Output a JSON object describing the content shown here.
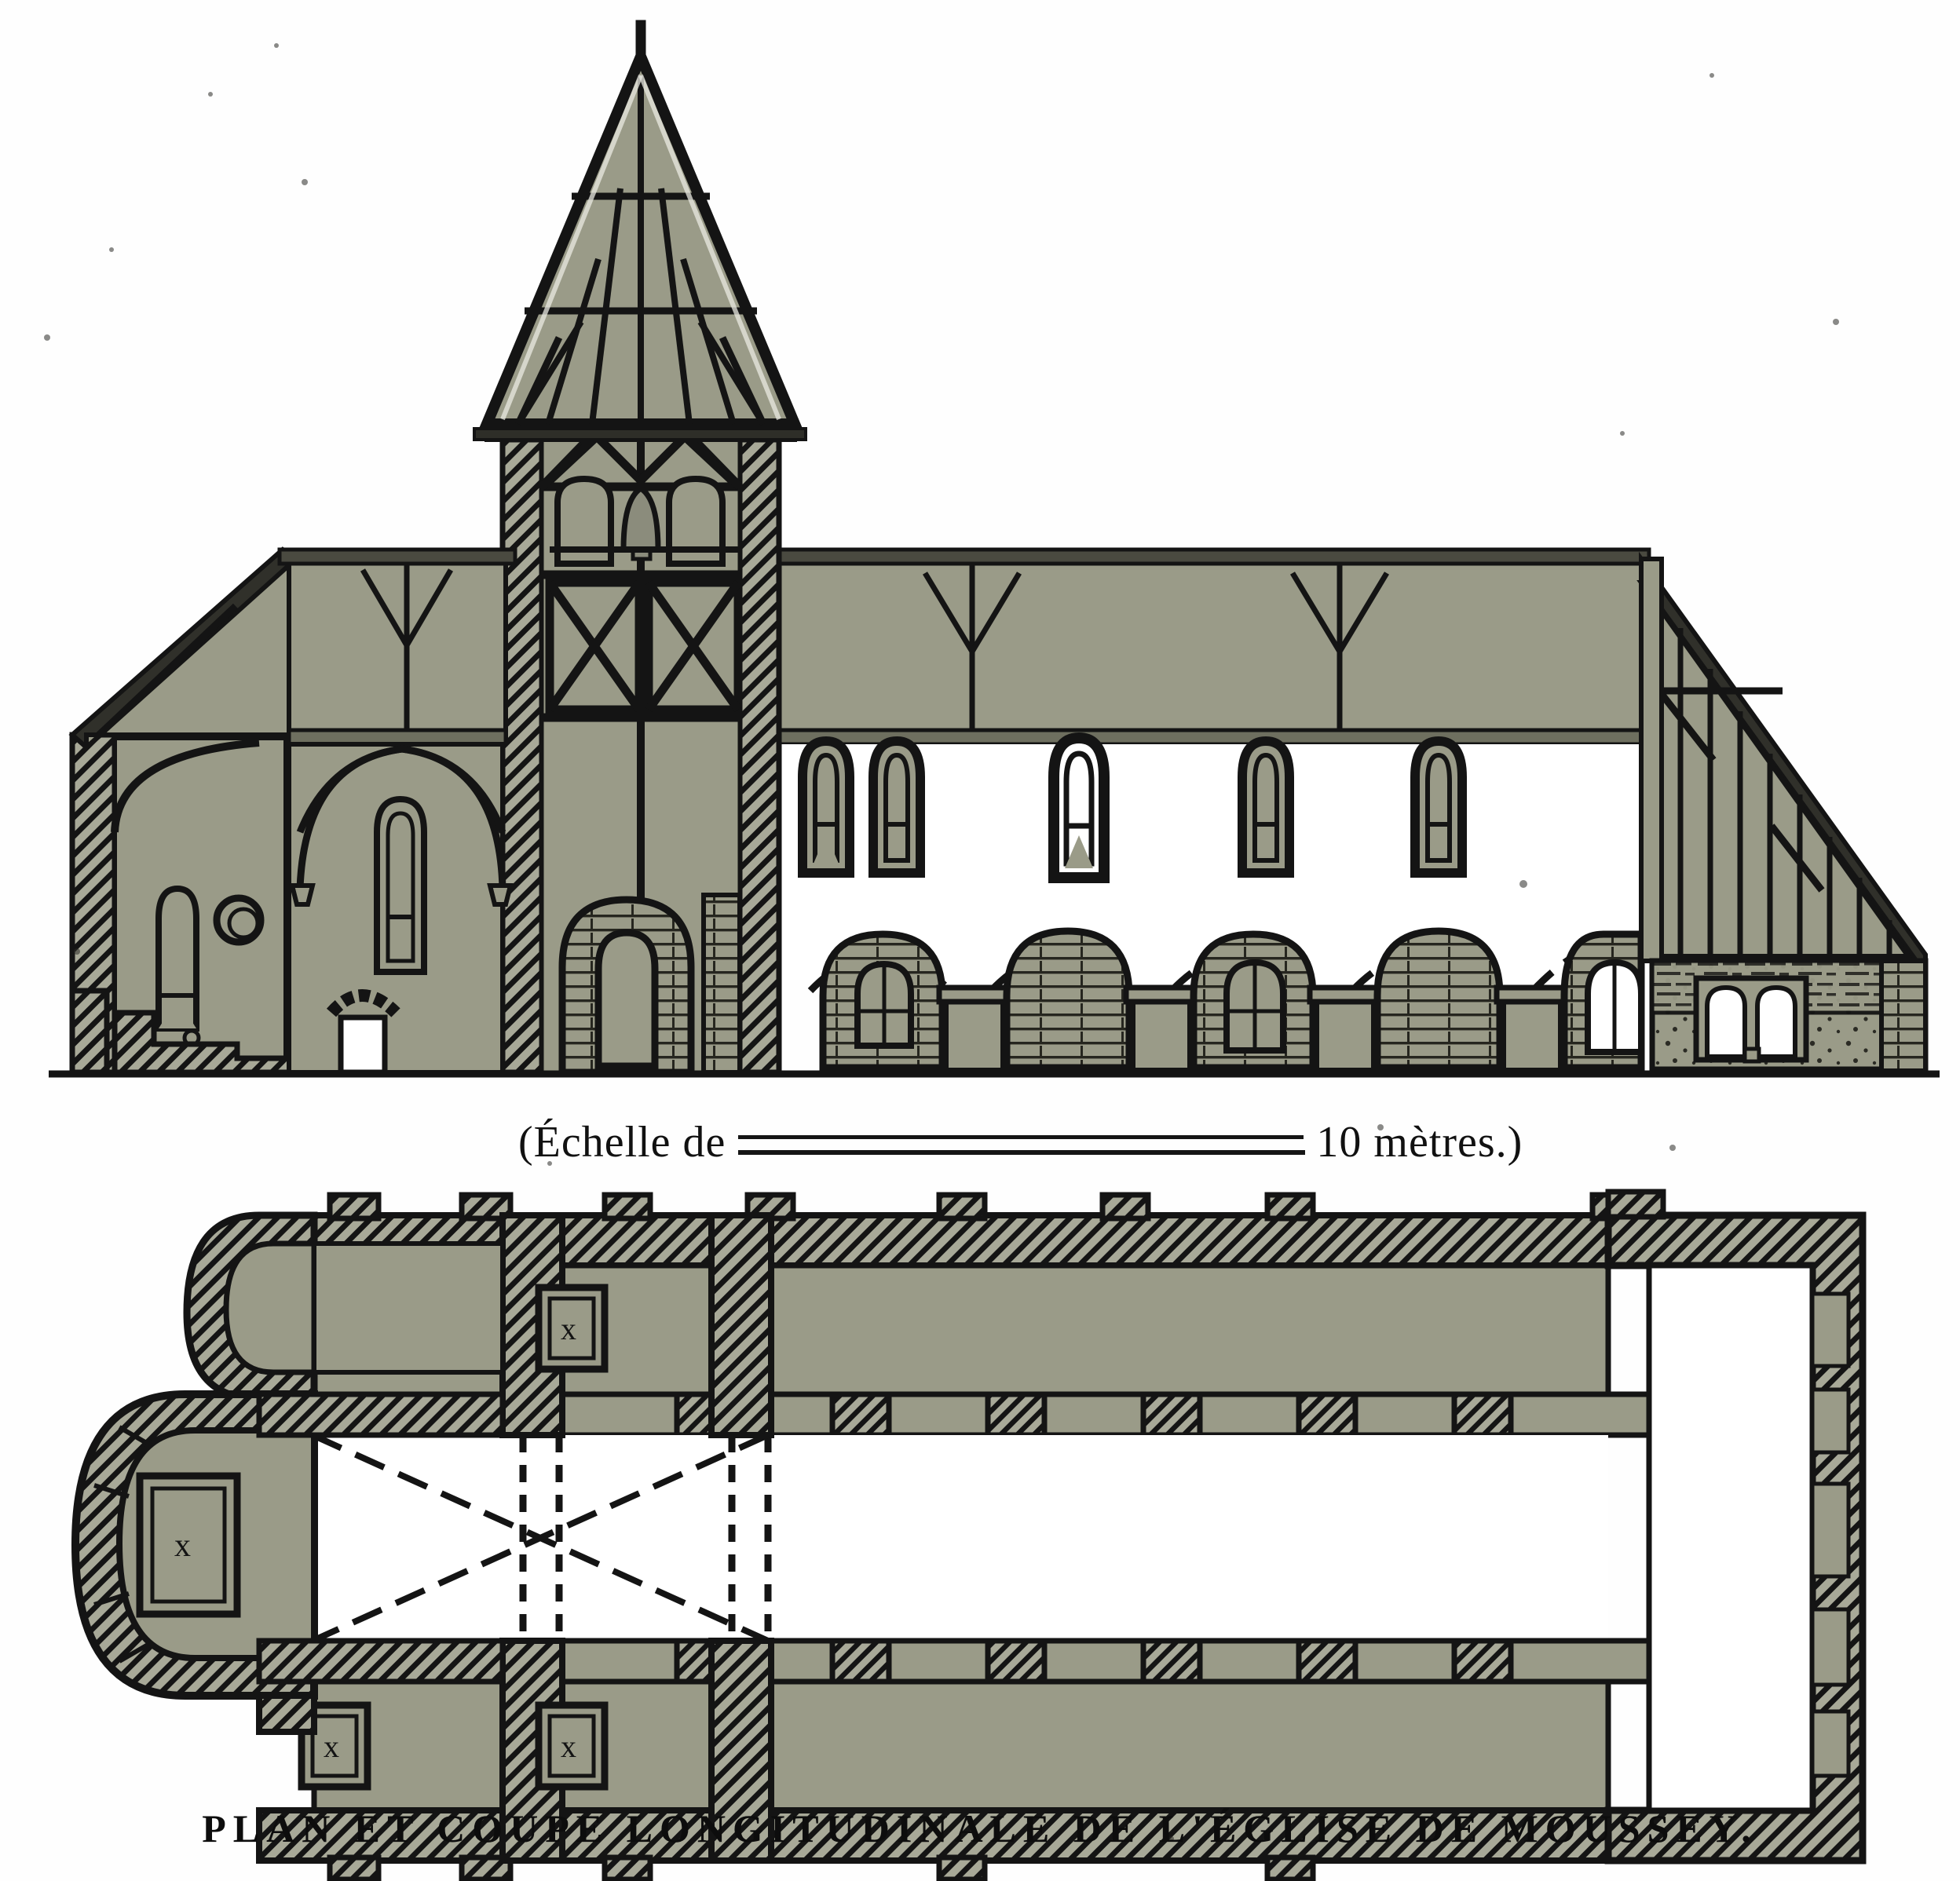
{
  "plate": {
    "title": "PLAN ET COUPE LONGITUDINALE DE L'ÉGLISE DE MOUSSEY.",
    "scale_prefix": "(Échelle de",
    "scale_suffix": "10 mètres.)",
    "scale_value": "10",
    "scale_unit": "mètres"
  },
  "palette": {
    "ink": "#141414",
    "stone_fill": "#9a9b88",
    "stone_fill_light": "#a8a998",
    "paper": "#fefefe",
    "hatch": "#141414",
    "void": "#ffffff"
  },
  "figures": [
    {
      "id": "longitudinal-section",
      "name": "Coupe longitudinale",
      "position": "upper",
      "parts": [
        {
          "name": "clocher-fleche",
          "label": "Flèche (spire)",
          "framing": "timber",
          "studs": 9,
          "rails": 2
        },
        {
          "name": "beffroi",
          "label": "Beffroi (belfry)",
          "bays": 2,
          "bracing": "saint-andrew-cross",
          "bells": 1,
          "openings": 2
        },
        {
          "name": "tour-piers",
          "label": "Piles de la tour",
          "hatched": true,
          "count": 2
        },
        {
          "name": "choeur",
          "label": "Choeur / abside",
          "vault": "croisee-d-ogives",
          "oculus": 1,
          "lancets": 2
        },
        {
          "name": "nef",
          "label": "Nef",
          "clerestory_windows": 5,
          "arcade_bays": 5
        },
        {
          "name": "bas-cote",
          "label": "Bas-côté / arcade",
          "arches": 5,
          "arched_windows": 3
        },
        {
          "name": "porche-bois",
          "label": "Pignon charpenté",
          "studs": 11,
          "twin_light_window": 1
        },
        {
          "name": "portail",
          "label": "Portail en plein cintre",
          "voussoirs": 14
        },
        {
          "name": "sol",
          "label": "Ligne de sol"
        }
      ]
    },
    {
      "id": "ground-plan",
      "name": "Plan",
      "position": "lower",
      "parts": [
        {
          "name": "abside-principale",
          "label": "Abside principale",
          "altar_mark": "x"
        },
        {
          "name": "absidiole-nord",
          "label": "Absidiole nord",
          "altar_mark": "x"
        },
        {
          "name": "chapelle-sud",
          "label": "Chapelle sud",
          "altar_mark": "x"
        },
        {
          "name": "chapelle-nord",
          "label": "Chapelle nord",
          "altar_mark": "x"
        },
        {
          "name": "croisee",
          "label": "Croisée sous tour",
          "vault_diagonals": "dashed"
        },
        {
          "name": "nef-plan",
          "label": "Nef",
          "bays": 6
        },
        {
          "name": "bas-cotes-plan",
          "label": "Bas-côtés",
          "piers": 6
        },
        {
          "name": "narthex",
          "label": "Enclos occidental"
        }
      ],
      "altar_marks": [
        "x",
        "x",
        "x",
        "x"
      ]
    }
  ]
}
